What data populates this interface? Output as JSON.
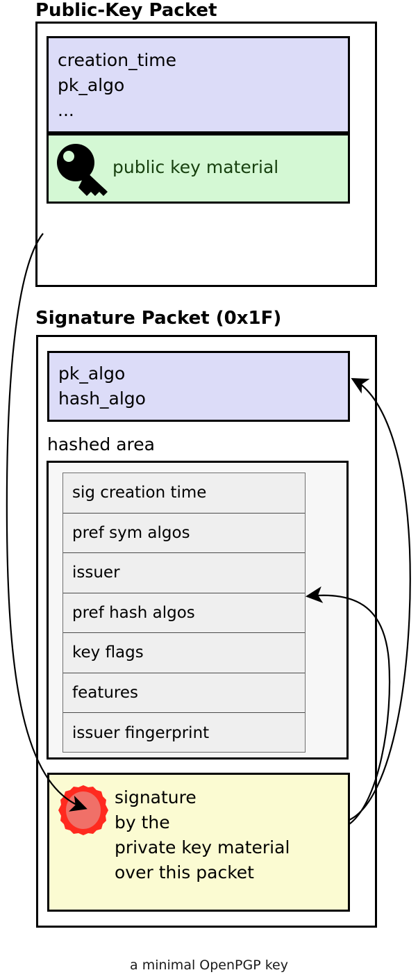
{
  "caption": "a minimal OpenPGP key",
  "colors": {
    "field_fill": "#dcdcf8",
    "keymaterial_fill": "#d4f8d4",
    "signature_fill": "#fbfbd2",
    "hashed_fill": "#f7f7f7",
    "subpacket_fill": "#efefef",
    "seal_outer": "#ff2a1f",
    "seal_inner": "#f07068",
    "key_icon": "#000000",
    "green_text": "#17400f",
    "stroke": "#000000"
  },
  "public_key_packet": {
    "title": "Public-Key Packet",
    "fields": "creation_time\npk_algo\n...",
    "key_material_label": "public key material",
    "key_icon_name": "key-icon"
  },
  "signature_packet": {
    "title": "Signature Packet (0x1F)",
    "fields": "pk_algo\nhash_algo",
    "hashed_area_label": "hashed area",
    "subpackets": [
      "sig creation time",
      "pref sym algos",
      "issuer",
      "pref hash algos",
      "key flags",
      "features",
      "issuer fingerprint"
    ],
    "signature_label": "signature\nby the\nprivate key material\nover this packet",
    "seal_icon_name": "wax-seal-icon"
  },
  "arrows": [
    {
      "name": "arrow-public-key-to-signature",
      "from": "public-key-packet",
      "to": "signature-block"
    },
    {
      "name": "arrow-signature-to-pk-algo-fields",
      "from": "signature-block",
      "to": "signature-packet-fields"
    },
    {
      "name": "arrow-signature-to-hashed-area",
      "from": "signature-block",
      "to": "hashed-area-subpackets"
    }
  ]
}
